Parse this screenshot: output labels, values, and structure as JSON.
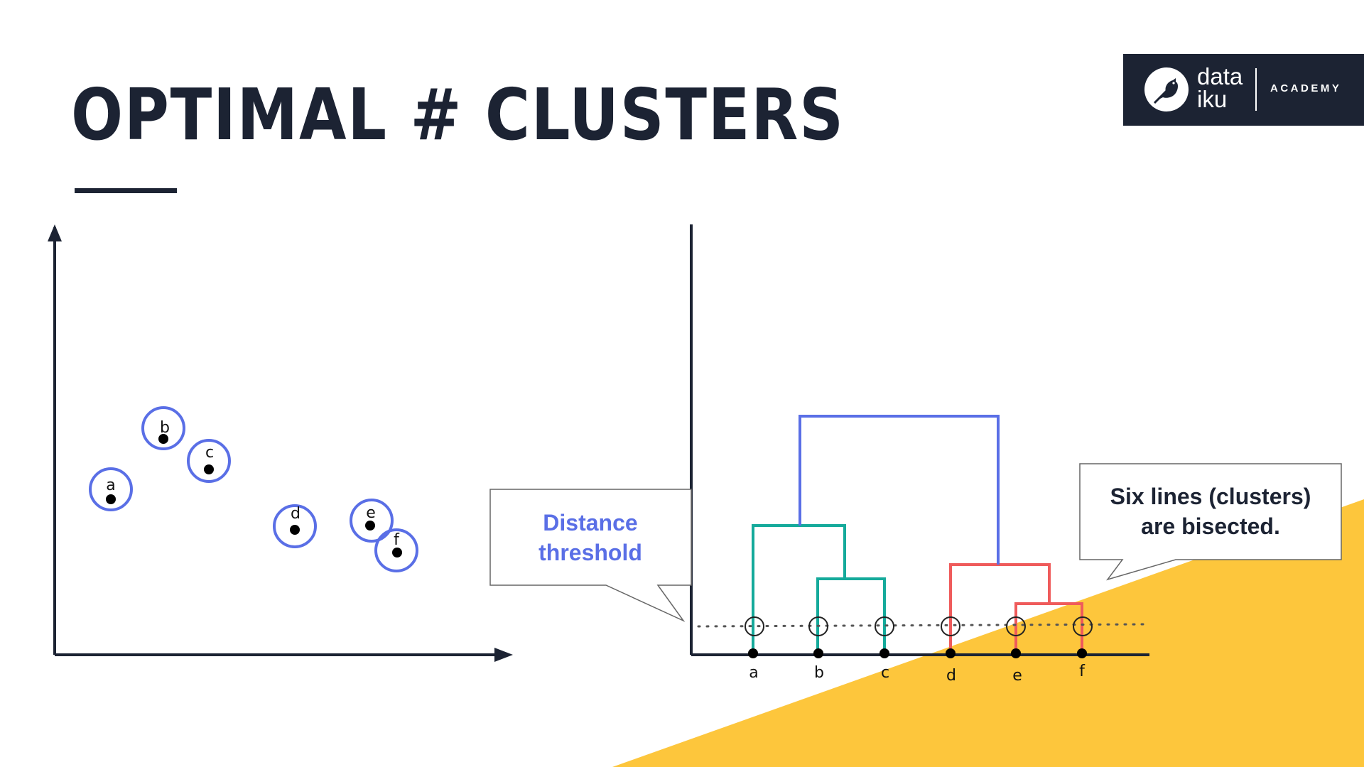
{
  "title": "OPTIMAL # CLUSTERS",
  "logo": {
    "word_line1": "data",
    "word_line2": "iku",
    "academy": "ACADEMY",
    "icon": "bird-icon"
  },
  "colors": {
    "dark": "#1c2333",
    "circle_blue": "#5a6fe6",
    "teal": "#15aa9b",
    "red": "#ef5b5b",
    "blue": "#5a6fe6",
    "yellow": "#fdc63c",
    "callout_blue_text": "#5a6fe6"
  },
  "scatter": {
    "points": [
      {
        "label": "a"
      },
      {
        "label": "b"
      },
      {
        "label": "c"
      },
      {
        "label": "d"
      },
      {
        "label": "e"
      },
      {
        "label": "f"
      }
    ]
  },
  "dendrogram": {
    "leaves": [
      "a",
      "b",
      "c",
      "d",
      "e",
      "f"
    ],
    "merges": [
      {
        "left": "b",
        "right": "c",
        "color": "teal"
      },
      {
        "left": "a",
        "right": "b+c",
        "color": "teal"
      },
      {
        "left": "e",
        "right": "f",
        "color": "red"
      },
      {
        "left": "d",
        "right": "e+f",
        "color": "red"
      },
      {
        "left": "a+b+c",
        "right": "d+e+f",
        "color": "blue"
      }
    ],
    "threshold_intersections": 6
  },
  "callouts": {
    "threshold_line1": "Distance",
    "threshold_line2": "threshold",
    "bisect_line1": "Six lines (clusters)",
    "bisect_line2": "are bisected."
  }
}
